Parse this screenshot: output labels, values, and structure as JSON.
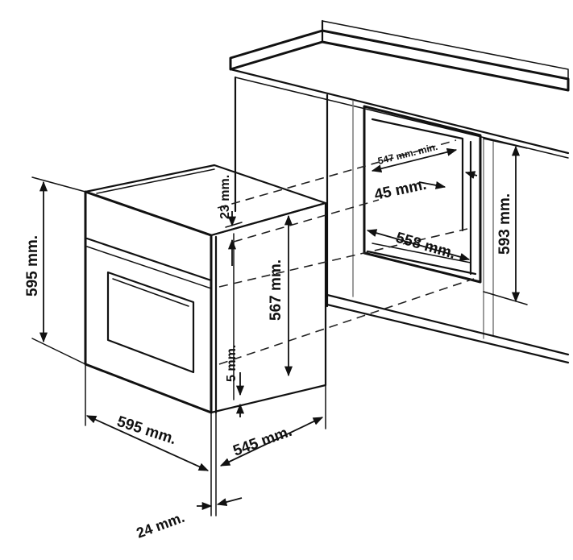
{
  "diagram": {
    "labels": {
      "oven_height": "595 mm.",
      "oven_width": "595 mm.",
      "oven_depth": "545 mm.",
      "frame_depth": "24 mm.",
      "top_gap": "23 mm.",
      "body_height": "567 mm.",
      "bottom_gap": "5 mm.",
      "niche_depth_min": "547 mm. min.",
      "niche_side_gap": "45 mm.",
      "niche_width": "558 mm.",
      "niche_height": "593 mm."
    },
    "colors": {
      "line": "#111111",
      "background": "#ffffff"
    }
  }
}
